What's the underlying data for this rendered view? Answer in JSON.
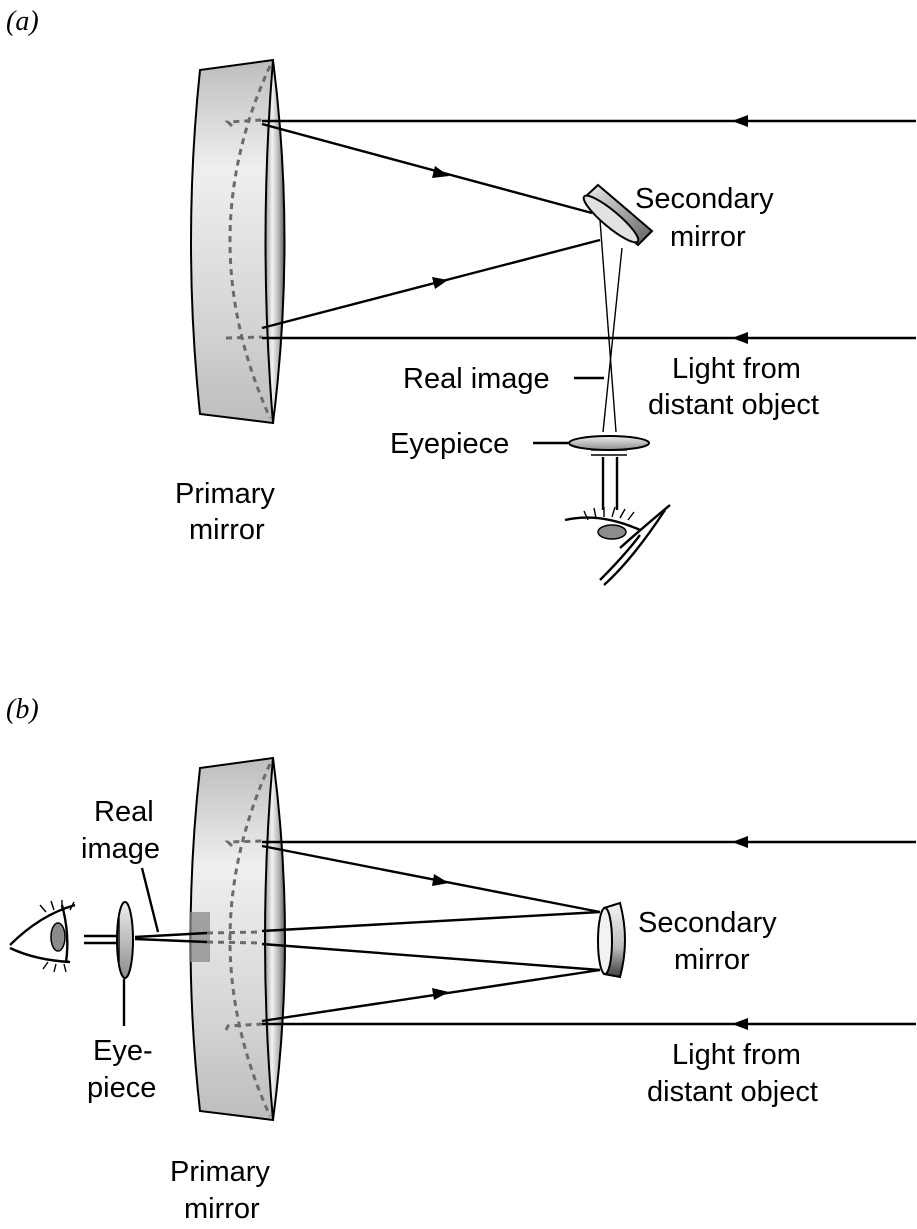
{
  "panels": {
    "a": {
      "tag": "(a)",
      "secondary_mirror": [
        "Secondary",
        "mirror"
      ],
      "real_image": "Real image",
      "light": [
        "Light from",
        "distant object"
      ],
      "eyepiece": "Eyepiece",
      "primary_mirror": [
        "Primary",
        "mirror"
      ]
    },
    "b": {
      "tag": "(b)",
      "real_image": [
        "Real",
        "image"
      ],
      "secondary_mirror": [
        "Secondary",
        "mirror"
      ],
      "eyepiece": [
        "Eye-",
        "piece"
      ],
      "light": [
        "Light from",
        "distant object"
      ],
      "primary_mirror": [
        "Primary",
        "mirror"
      ]
    }
  },
  "colors": {
    "ink": "#000000",
    "mirror_face": "#d2d2d2",
    "mirror_edge_dark": "#7a7a7a",
    "hidden_ray": "#6b6b6b"
  }
}
